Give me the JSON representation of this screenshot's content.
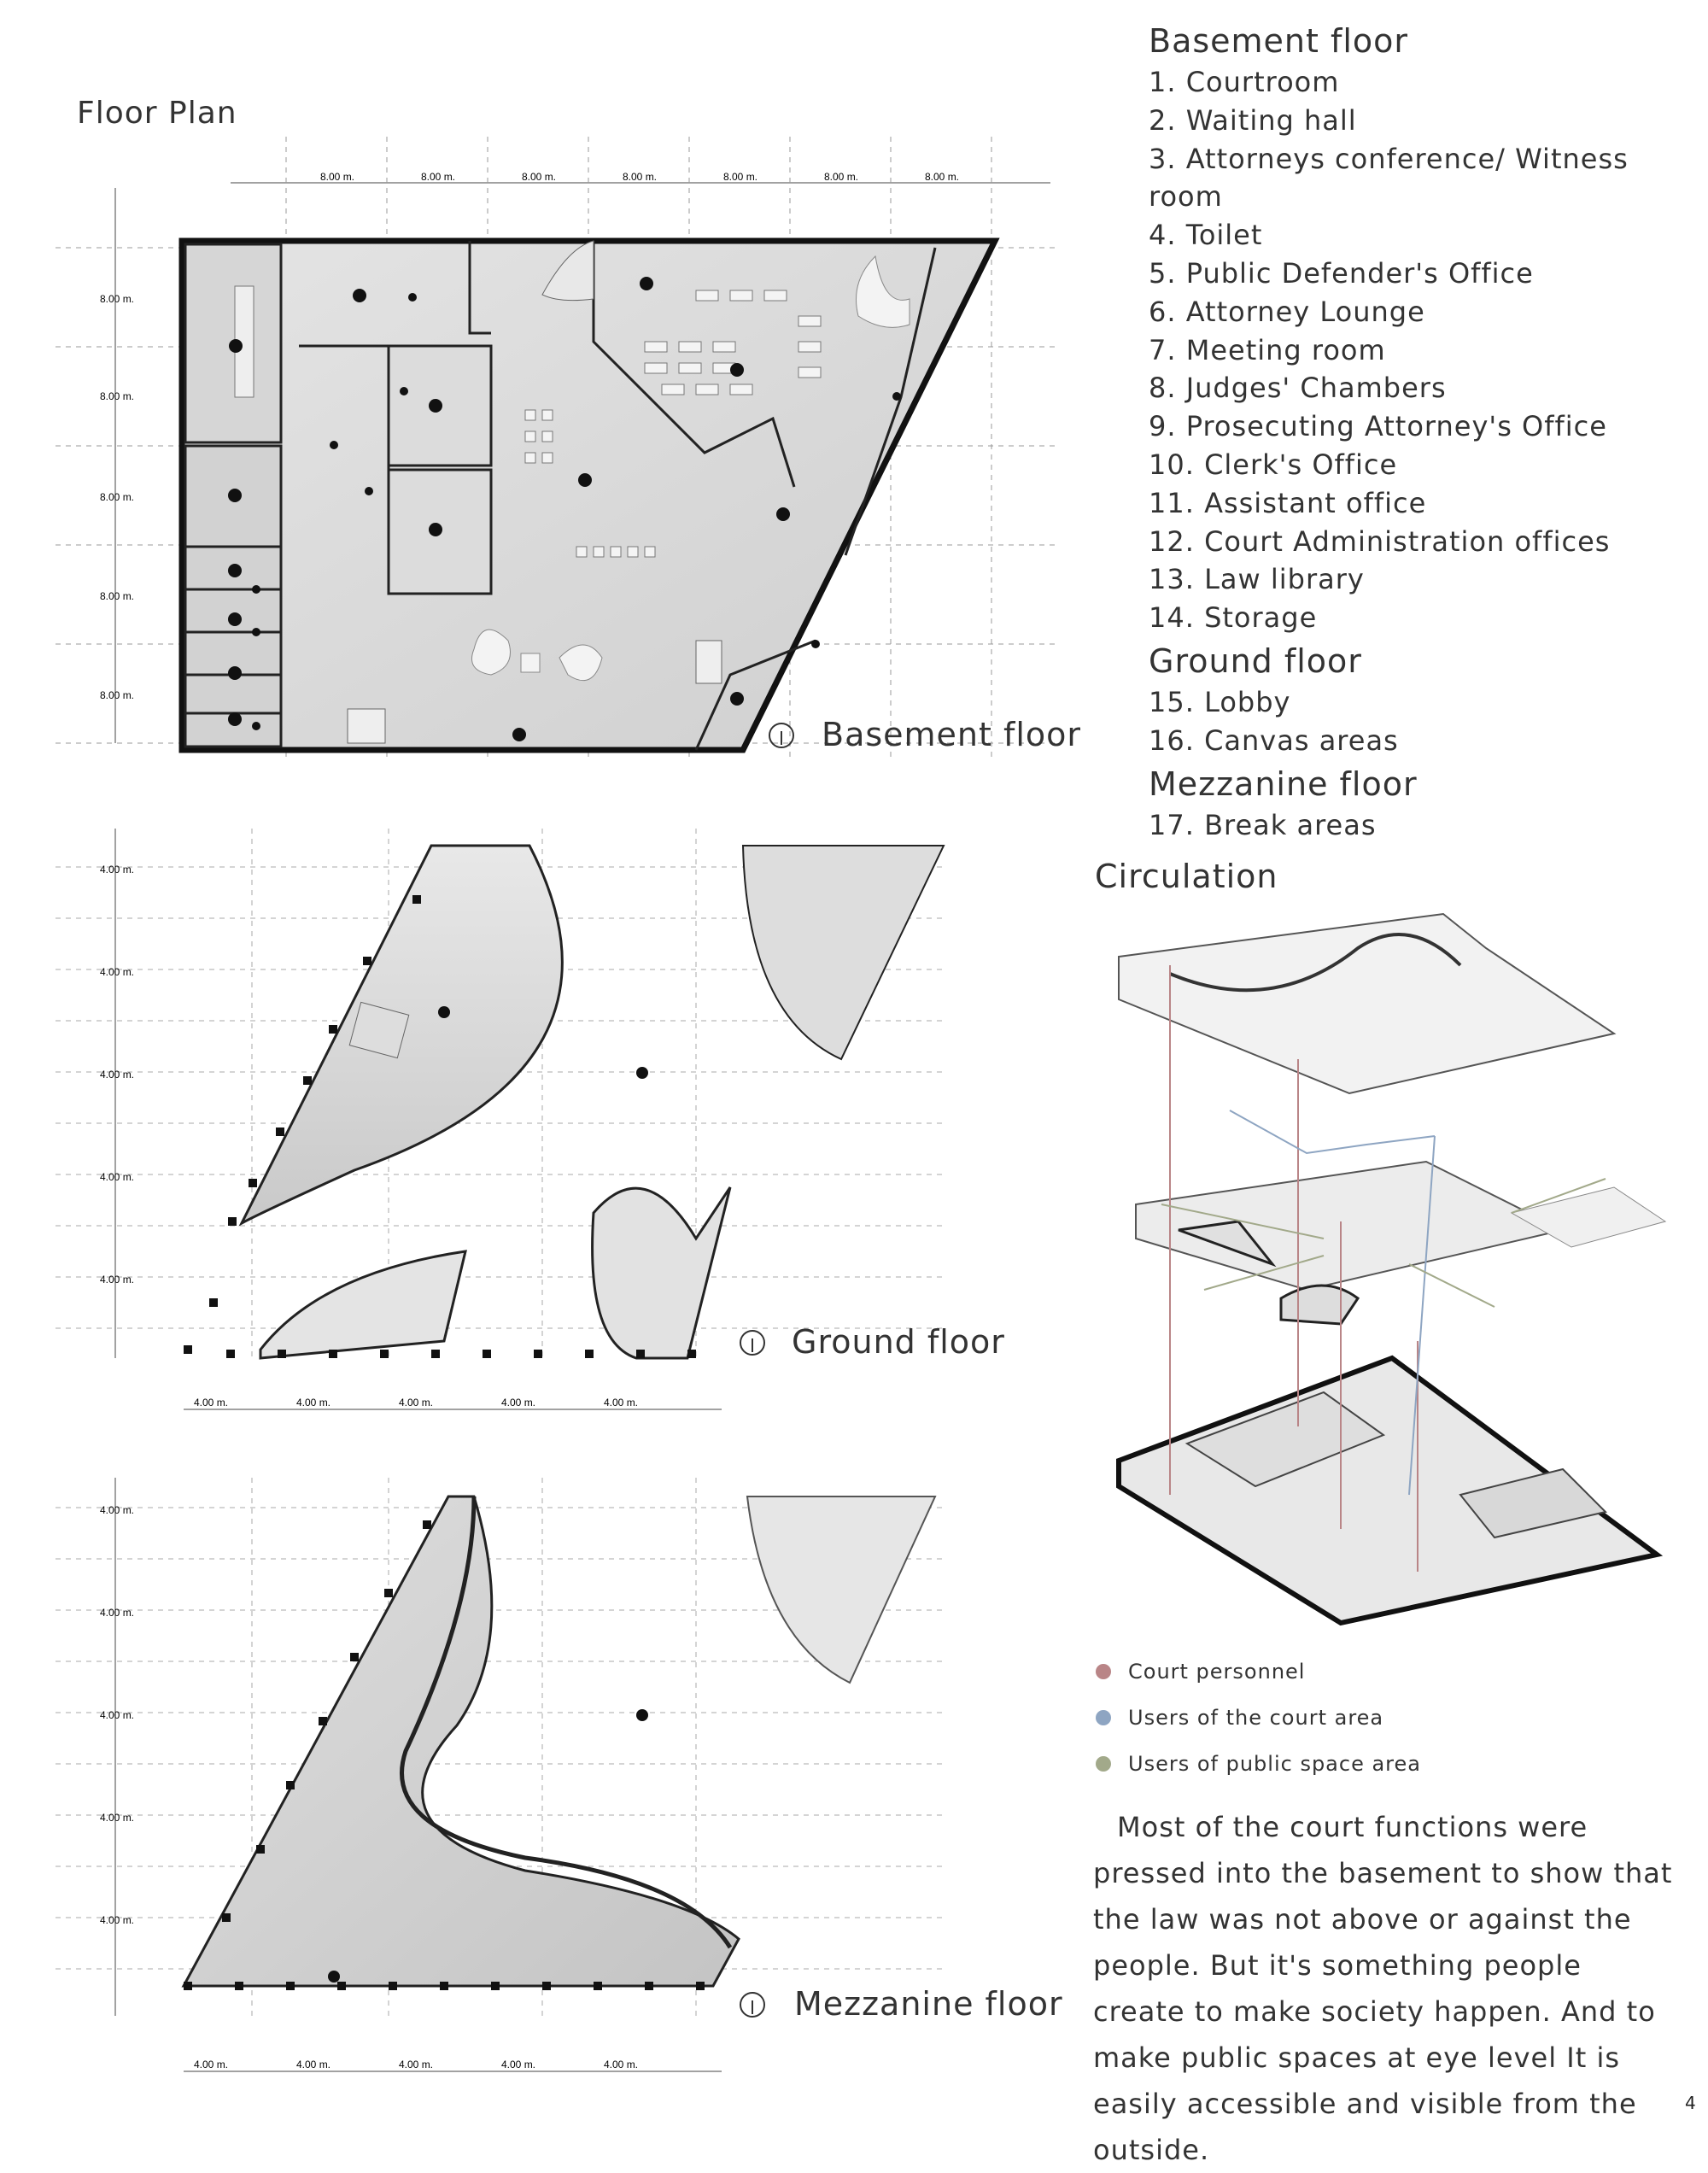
{
  "floor_plan_title": "Floor Plan",
  "legend": {
    "basement": {
      "heading": "Basement floor",
      "items": [
        "1. Courtroom",
        "2. Waiting hall",
        "3. Attorneys conference/ Witness room",
        "4. Toilet",
        "5. Public Defender's Office",
        "6. Attorney Lounge",
        "7. Meeting room",
        "8. Judges' Chambers",
        "9. Prosecuting Attorney's Office",
        "10. Clerk's Office",
        "11. Assistant office",
        "12. Court Administration offices",
        "13. Law library",
        "14. Storage"
      ]
    },
    "ground": {
      "heading": "Ground floor",
      "items": [
        "15. Lobby",
        "16. Canvas areas"
      ]
    },
    "mezzanine": {
      "heading": "Mezzanine floor",
      "items": [
        "17. Break areas"
      ]
    }
  },
  "plans": {
    "basement_label": "Basement floor",
    "ground_label": "Ground floor",
    "mezzanine_label": "Mezzanine floor",
    "dim_8": "8.00 m.",
    "dim_4": "4.00 m."
  },
  "circulation": {
    "title": "Circulation",
    "key": [
      {
        "label": "Court personnel",
        "color": "#b98587"
      },
      {
        "label": "Users of the court area",
        "color": "#8ea5c2"
      },
      {
        "label": "Users of public space area",
        "color": "#a2a98a"
      }
    ]
  },
  "description": "Most of the court functions were pressed into the basement to show that the law was not above or against the people. But it's something people create to make society happen. And to make public spaces at eye level It is easily accessible and visible from the outside.",
  "page_number": "4"
}
